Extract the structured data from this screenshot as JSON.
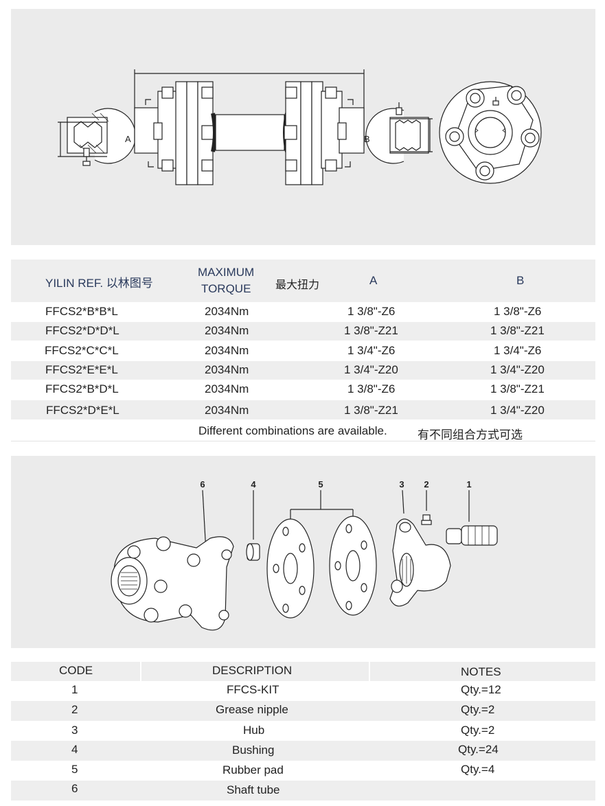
{
  "spec_table": {
    "headers": {
      "ref": "YILIN REF. 以林图号",
      "torque_line1": "MAXIMUM",
      "torque_line2": "TORQUE",
      "torque_cn": "最大扭力",
      "a": "A",
      "b": "B"
    },
    "rows": [
      {
        "ref": "FFCS2*B*B*L",
        "torque": "2034Nm",
        "a": "1 3/8\"-Z6",
        "b": "1 3/8\"-Z6"
      },
      {
        "ref": "FFCS2*D*D*L",
        "torque": "2034Nm",
        "a": "1 3/8\"-Z21",
        "b": "1 3/8\"-Z21"
      },
      {
        "ref": "FFCS2*C*C*L",
        "torque": "2034Nm",
        "a": "1 3/4\"-Z6",
        "b": "1 3/4\"-Z6"
      },
      {
        "ref": "FFCS2*E*E*L",
        "torque": "2034Nm",
        "a": "1 3/4\"-Z20",
        "b": "1 3/4\"-Z20"
      },
      {
        "ref": "FFCS2*B*D*L",
        "torque": "2034Nm",
        "a": "1 3/8\"-Z6",
        "b": "1 3/8\"-Z21"
      },
      {
        "ref": "FFCS2*D*E*L",
        "torque": "2034Nm",
        "a": "1 3/8\"-Z21",
        "b": "1 3/4\"-Z20"
      }
    ],
    "note_en": "Different combinations are available.",
    "note_cn": "有不同组合方式可选"
  },
  "drawing": {
    "label_a": "A",
    "label_b": "B"
  },
  "exploded": {
    "callouts": [
      "6",
      "4",
      "5",
      "3",
      "2",
      "1"
    ]
  },
  "parts_table": {
    "headers": {
      "code": "CODE",
      "description": "DESCRIPTION",
      "notes": "NOTES"
    },
    "rows": [
      {
        "code": "1",
        "description": "FFCS-KIT",
        "notes": "Qty.=12"
      },
      {
        "code": "2",
        "description": "Grease nipple",
        "notes": "Qty.=2"
      },
      {
        "code": "3",
        "description": "Hub",
        "notes": "Qty.=2"
      },
      {
        "code": "4",
        "description": "Bushing",
        "notes": "Qty.=24"
      },
      {
        "code": "5",
        "description": "Rubber pad",
        "notes": "Qty.=4"
      },
      {
        "code": "6",
        "description": "Shaft tube",
        "notes": ""
      }
    ]
  }
}
